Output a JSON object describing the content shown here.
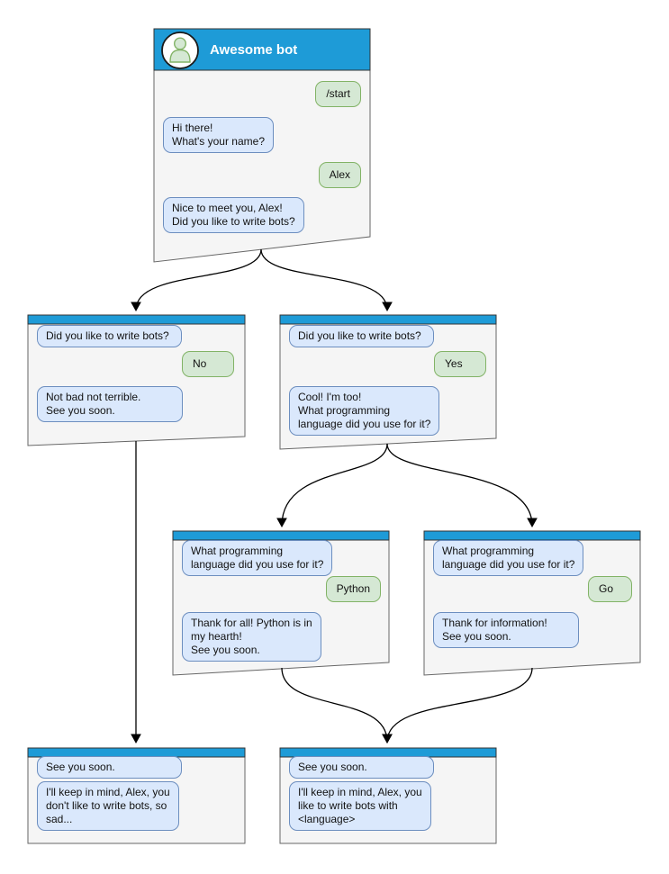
{
  "colors": {
    "header_blue": "#1e9bd7",
    "window_body": "#f5f5f5",
    "window_border": "#666666",
    "bot_bubble_fill": "#dae8fc",
    "bot_bubble_border": "#6c8ebf",
    "user_bubble_fill": "#d5e8d4",
    "user_bubble_border": "#82b366",
    "arrow": "#000000",
    "title_text": "#ffffff"
  },
  "windows": {
    "root": {
      "title": "Awesome bot",
      "avatar": "person-icon",
      "messages": [
        {
          "sender": "user",
          "text": "/start"
        },
        {
          "sender": "bot",
          "text": "Hi there!\nWhat's your name?"
        },
        {
          "sender": "user",
          "text": "Alex"
        },
        {
          "sender": "bot",
          "text": "Nice to meet you, Alex!\nDid you like to write bots?"
        }
      ]
    },
    "branch_no": {
      "messages": [
        {
          "sender": "bot",
          "text": "Did you like to write bots?"
        },
        {
          "sender": "user",
          "text": "No"
        },
        {
          "sender": "bot",
          "text": "Not bad not terrible.\nSee you soon."
        }
      ]
    },
    "branch_yes": {
      "messages": [
        {
          "sender": "bot",
          "text": "Did you like to write bots?"
        },
        {
          "sender": "user",
          "text": "Yes"
        },
        {
          "sender": "bot",
          "text": "Cool! I'm too!\nWhat programming\nlanguage did you use for it?"
        }
      ]
    },
    "branch_python": {
      "messages": [
        {
          "sender": "bot",
          "text": "What programming\nlanguage did you use for it?"
        },
        {
          "sender": "user",
          "text": "Python"
        },
        {
          "sender": "bot",
          "text": "Thank for all! Python is in\nmy hearth!\nSee you soon."
        }
      ]
    },
    "branch_go": {
      "messages": [
        {
          "sender": "bot",
          "text": "What programming\nlanguage did you use for it?"
        },
        {
          "sender": "user",
          "text": "Go"
        },
        {
          "sender": "bot",
          "text": "Thank for information!\nSee you soon."
        }
      ]
    },
    "end_no": {
      "messages": [
        {
          "sender": "bot",
          "text": "See you soon."
        },
        {
          "sender": "bot",
          "text": "I'll keep in mind, Alex, you\ndon't like to write bots, so\nsad..."
        }
      ]
    },
    "end_yes": {
      "messages": [
        {
          "sender": "bot",
          "text": "See you soon."
        },
        {
          "sender": "bot",
          "text": "I'll keep in mind, Alex, you\nlike to write bots with\n<language>"
        }
      ]
    }
  }
}
